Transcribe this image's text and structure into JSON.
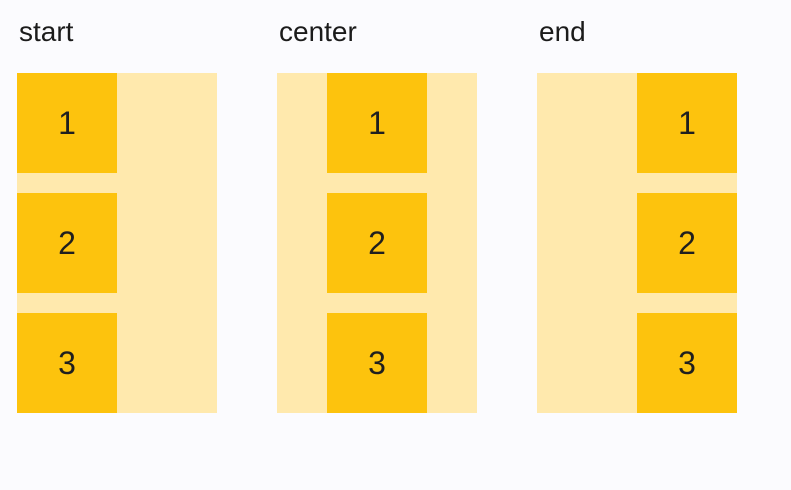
{
  "page": {
    "background_color": "#fbfbfe",
    "text_color": "#1b1b1b"
  },
  "colors": {
    "container_background": "#ffe9ad",
    "item_background": "#fdc30d",
    "item_text": "#1f1f1f"
  },
  "examples": [
    {
      "label": "start",
      "alignment_value": "start",
      "items": [
        "1",
        "2",
        "3"
      ]
    },
    {
      "label": "center",
      "alignment_value": "center",
      "items": [
        "1",
        "2",
        "3"
      ]
    },
    {
      "label": "end",
      "alignment_value": "end",
      "items": [
        "1",
        "2",
        "3"
      ]
    }
  ]
}
